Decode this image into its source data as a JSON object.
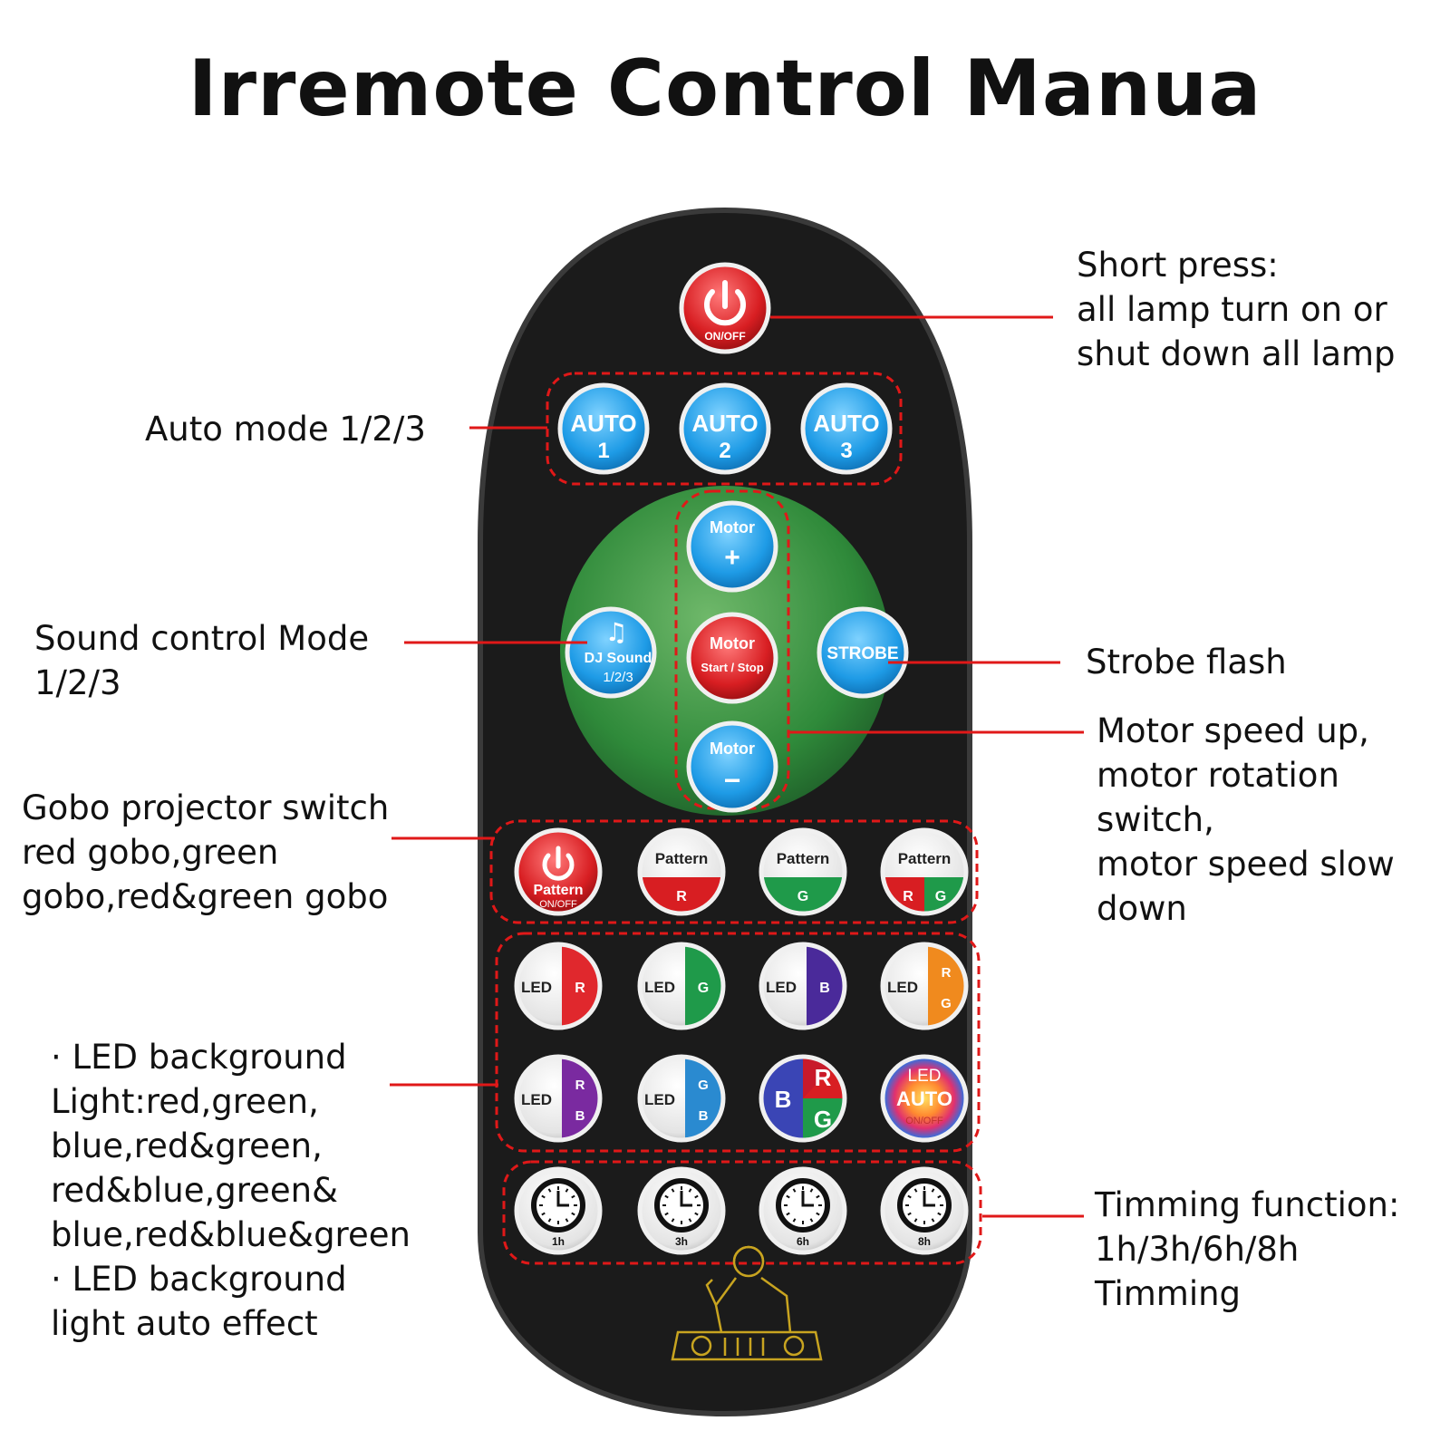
{
  "title": "Irremote Control Manua",
  "annotations": {
    "power": "Short press:\nall lamp turn on or\nshut down all lamp",
    "auto": "Auto mode 1/2/3",
    "sound": "Sound control Mode\n1/2/3",
    "strobe": "Strobe flash",
    "motor": "Motor speed up,\nmotor rotation\nswitch,\nmotor speed slow\ndown",
    "gobo": "Gobo projector switch\nred gobo,green\ngobo,red&green gobo",
    "led": "· LED background\nLight:red,green,\nblue,red&green,\nred&blue,green&\nblue,red&blue&green\n· LED background\nlight auto effect",
    "timer": "Timming function:\n1h/3h/6h/8h\nTimming"
  },
  "buttons": {
    "power": {
      "label": "ON/OFF"
    },
    "auto": [
      {
        "top": "AUTO",
        "bottom": "1"
      },
      {
        "top": "AUTO",
        "bottom": "2"
      },
      {
        "top": "AUTO",
        "bottom": "3"
      }
    ],
    "motor_plus": {
      "top": "Motor",
      "bottom": "+"
    },
    "motor_start": {
      "top": "Motor",
      "bottom": "Start / Stop"
    },
    "motor_minus": {
      "top": "Motor",
      "bottom": "−"
    },
    "dj_sound": {
      "icon": "music-note-icon",
      "top": "DJ Sound",
      "bottom": "1/2/3"
    },
    "strobe": {
      "label": "STROBE"
    },
    "pattern_power": {
      "top": "Pattern",
      "bottom": "ON/OFF"
    },
    "patterns": [
      {
        "top": "Pattern",
        "left": "R",
        "right": ""
      },
      {
        "top": "Pattern",
        "left": "G",
        "right": ""
      },
      {
        "top": "Pattern",
        "left": "R",
        "right": "G"
      }
    ],
    "led_row1": [
      {
        "left": "LED",
        "right": "R"
      },
      {
        "left": "LED",
        "right": "G"
      },
      {
        "left": "LED",
        "right": "B"
      },
      {
        "left": "LED",
        "right_top": "R",
        "right_bottom": "G"
      }
    ],
    "led_row2": [
      {
        "left": "LED",
        "right_top": "R",
        "right_bottom": "B"
      },
      {
        "left": "LED",
        "right_top": "G",
        "right_bottom": "B"
      },
      {
        "r": "R",
        "g": "G",
        "b": "B"
      },
      {
        "top": "LED",
        "middle": "AUTO",
        "bottom": "ON/OFF"
      }
    ],
    "timers": [
      "1h",
      "3h",
      "6h",
      "8h"
    ]
  },
  "colors": {
    "annotation_line": "#e01818",
    "remote_body": "#1b1b1b",
    "button_blue": "#1e9be6",
    "button_red": "#d81e22",
    "dial_green": "#2f8a3a",
    "led_red": "#e0282d",
    "led_green": "#1f9a4a",
    "led_blue": "#3a45b5",
    "led_purple": "#7a2aa0",
    "led_orange": "#f08a1e",
    "dj_outline": "#c8a420"
  }
}
